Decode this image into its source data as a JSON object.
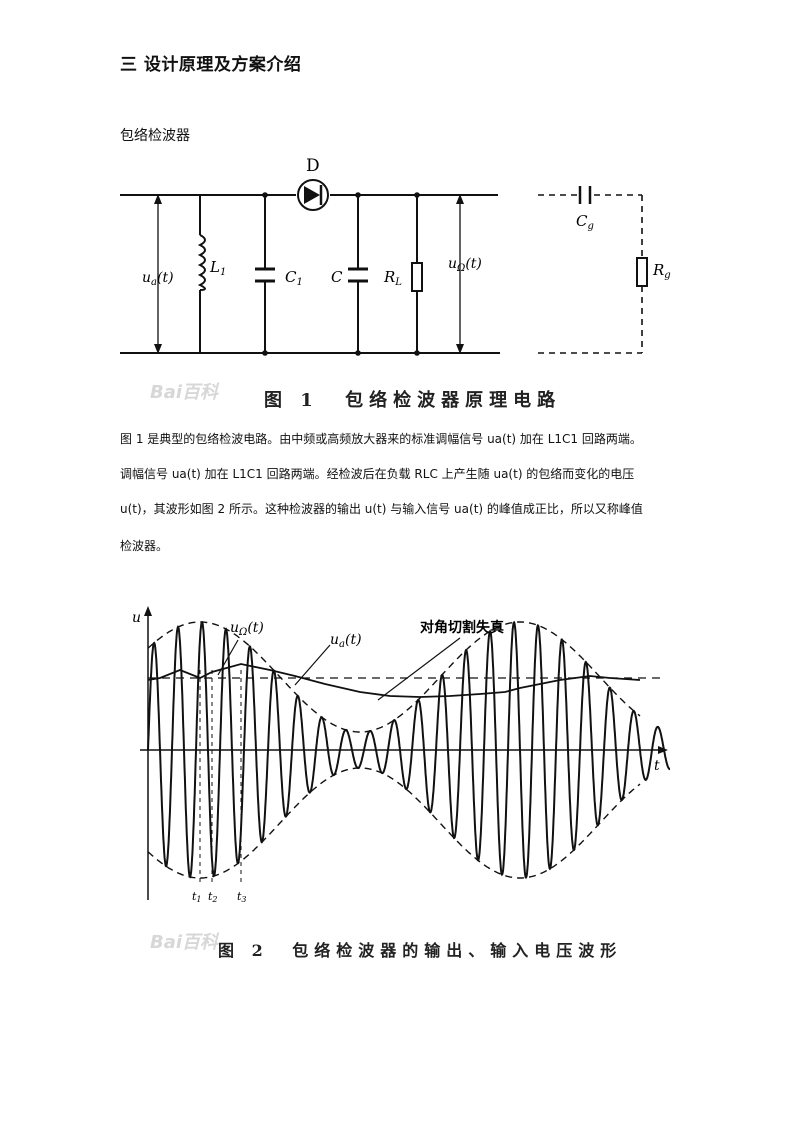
{
  "section_title": "三 设计原理及方案介绍",
  "subsection_title": "包络检波器",
  "figure1": {
    "caption_num": "图 1",
    "caption_text": "包络检波器原理电路",
    "labels": {
      "diode": "D",
      "ua": "u",
      "ua_sub": "a",
      "ua_arg": "(t)",
      "L1": "L",
      "L1_sub": "1",
      "C1": "C",
      "C1_sub": "1",
      "C": "C",
      "RL": "R",
      "RL_sub": "L",
      "uo": "u",
      "uo_sub": "Ω",
      "uo_arg": "(t)",
      "Cg": "C",
      "Cg_sub": "g",
      "Rg": "R",
      "Rg_sub": "g"
    },
    "watermark": "Bai百科"
  },
  "paragraph": {
    "line1": "图 1 是典型的包络检波电路。由中频或高频放大器来的标准调幅信号 ua(t) 加在 L1C1 回路两端。",
    "line2": "调幅信号 ua(t) 加在 L1C1 回路两端。经检波后在负载 RLC 上产生随 ua(t) 的包络而变化的电压",
    "line3": "u(t)，其波形如图 2 所示。这种检波器的输出 u(t) 与输入信号 ua(t) 的峰值成正比，所以又称峰值",
    "line4": "检波器。"
  },
  "figure2": {
    "caption_num": "图 2",
    "caption_text": "包络检波器的输出、输入电压波形",
    "axis_u": "u",
    "axis_t": "t",
    "label_uo": "u",
    "label_uo_sub": "Ω",
    "label_uo_arg": "(t)",
    "label_ua": "u",
    "label_ua_sub": "a",
    "label_ua_arg": "(t)",
    "label_distortion": "对角切割失真",
    "t1": "t",
    "t1_sub": "1",
    "t2": "t",
    "t2_sub": "2",
    "t3": "t",
    "t3_sub": "3",
    "watermark": "Bai百科"
  }
}
